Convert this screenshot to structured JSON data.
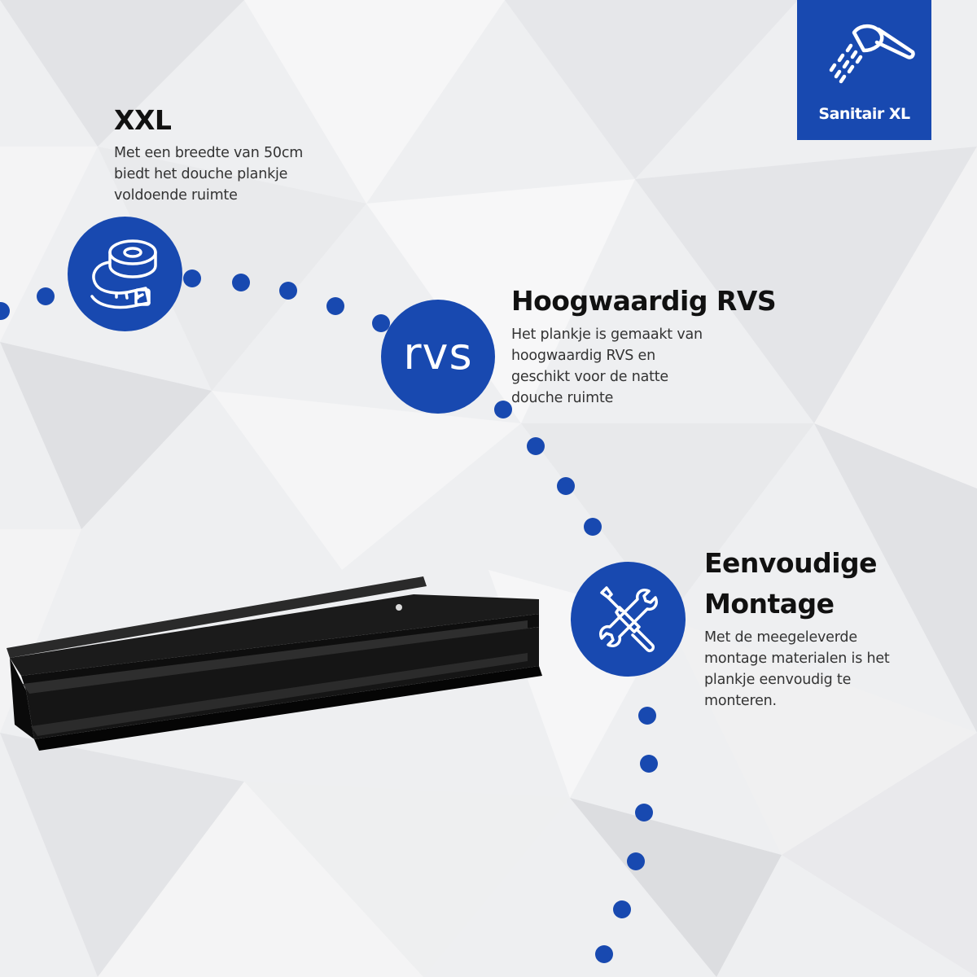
{
  "colors": {
    "accent": "#1849b0",
    "text_dark": "#111111",
    "text_body": "#333333",
    "background": "#eeeff1",
    "product": "#111111"
  },
  "brand": {
    "name": "Sanitair XL",
    "icon": "shower-head-icon"
  },
  "features": [
    {
      "title": "XXL",
      "description_lines": [
        "Met een breedte van 50cm",
        "biedt het douche plankje",
        "voldoende ruimte"
      ],
      "icon": "measuring-tape-icon"
    },
    {
      "title": "Hoogwaardig RVS",
      "description_lines": [
        "Het plankje is gemaakt van",
        "hoogwaardig RVS en",
        "geschikt voor de natte",
        "douche ruimte"
      ],
      "icon": "rvs-icon",
      "icon_text": "rvs"
    },
    {
      "title_lines": [
        "Eenvoudige",
        "Montage"
      ],
      "description_lines": [
        "Met de meegeleverde",
        "montage materialen is het",
        "plankje eenvoudig te",
        "monteren."
      ],
      "icon": "wrench-screwdriver-icon"
    }
  ],
  "product": {
    "name": "black-shower-shelf-image"
  }
}
